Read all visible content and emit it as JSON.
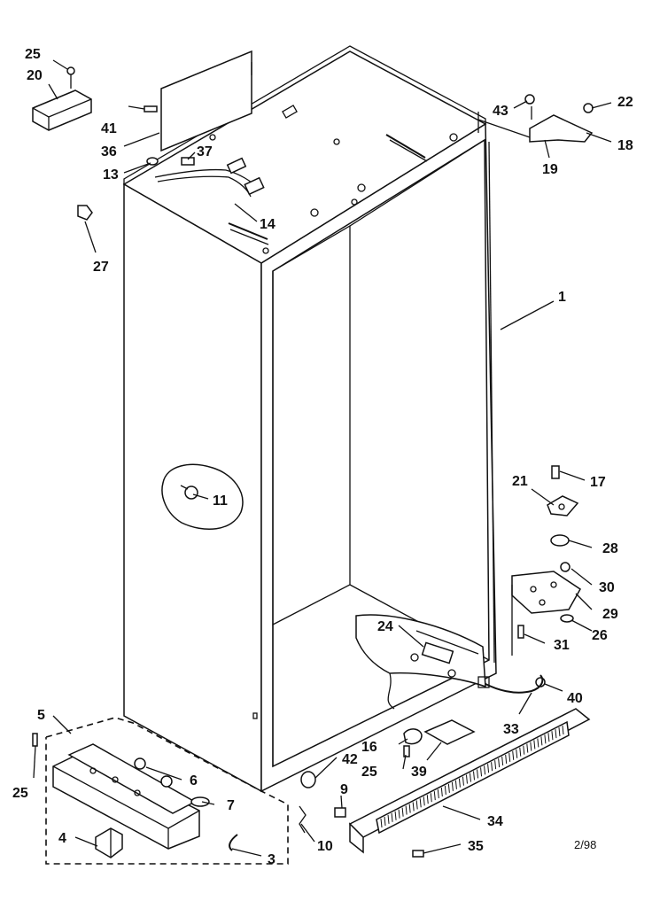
{
  "callouts": {
    "c1": "1",
    "c3": "3",
    "c4": "4",
    "c5": "5",
    "c6": "6",
    "c7": "7",
    "c9": "9",
    "c10": "10",
    "c11": "11",
    "c13": "13",
    "c14": "14",
    "c16": "16",
    "c17": "17",
    "c18": "18",
    "c19": "19",
    "c20": "20",
    "c21": "21",
    "c22": "22",
    "c24": "24",
    "c25a": "25",
    "c25b": "25",
    "c25c": "25",
    "c26": "26",
    "c27": "27",
    "c28": "28",
    "c29": "29",
    "c30": "30",
    "c31": "31",
    "c33": "33",
    "c34": "34",
    "c35": "35",
    "c36": "36",
    "c37": "37",
    "c39": "39",
    "c40": "40",
    "c41": "41",
    "c42": "42",
    "c43": "43"
  },
  "footer": {
    "date_code": "2/98"
  }
}
